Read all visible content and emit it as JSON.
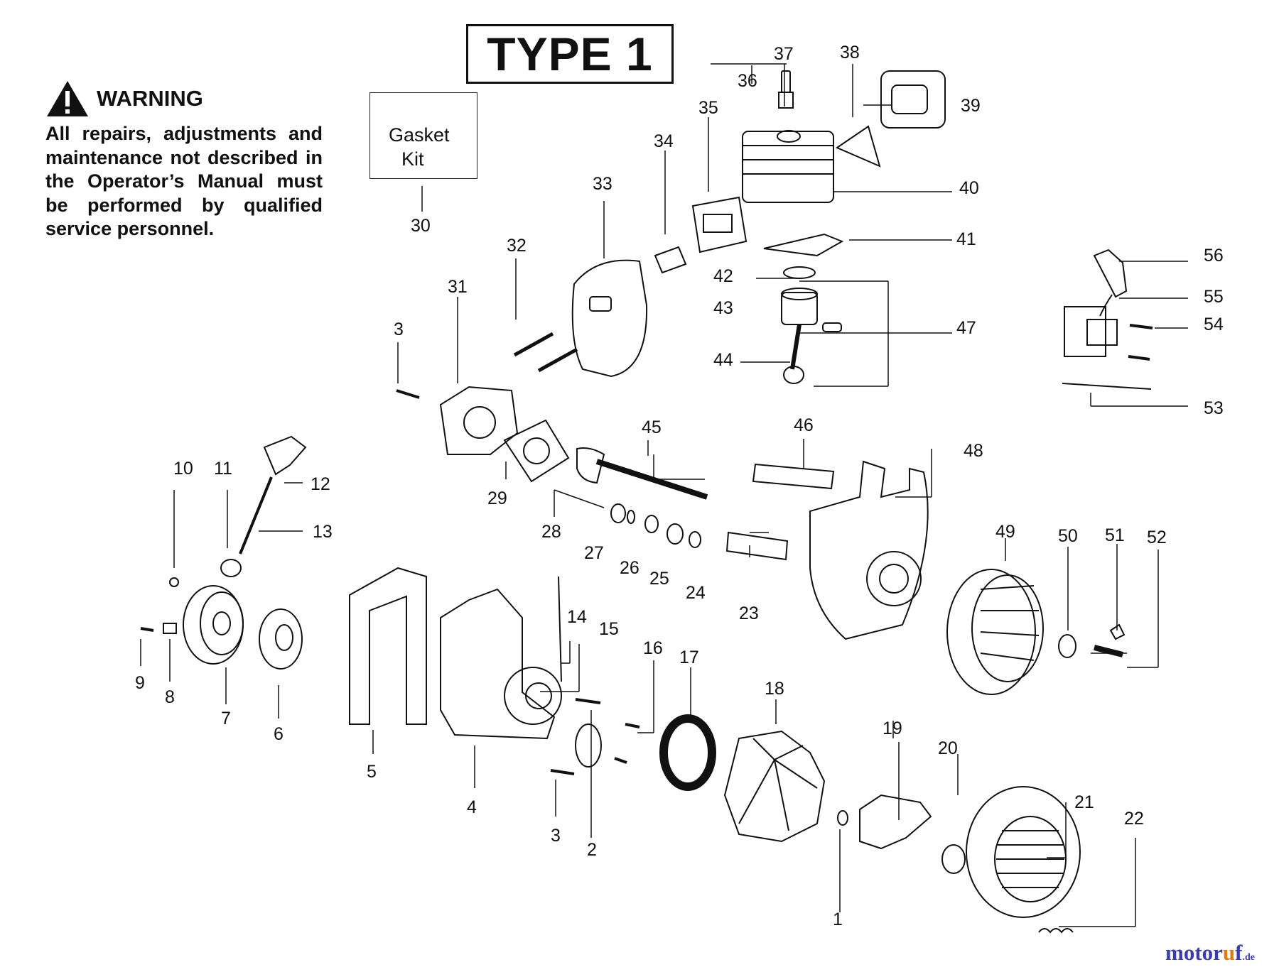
{
  "title": "TYPE 1",
  "warning": {
    "heading": "WARNING",
    "text": "All repairs, adjustments and maintenance not described in the Operator’s Manual must be performed by qualified service personnel."
  },
  "gasket_kit": {
    "line1": "Gasket",
    "line2": "Kit"
  },
  "callouts": [
    "1",
    "2",
    "3",
    "3",
    "4",
    "5",
    "6",
    "7",
    "8",
    "9",
    "10",
    "11",
    "12",
    "13",
    "14",
    "15",
    "16",
    "17",
    "18",
    "19",
    "20",
    "21",
    "22",
    "23",
    "24",
    "25",
    "26",
    "27",
    "28",
    "29",
    "30",
    "31",
    "32",
    "33",
    "34",
    "35",
    "36",
    "37",
    "38",
    "39",
    "40",
    "41",
    "42",
    "43",
    "44",
    "45",
    "46",
    "47",
    "48",
    "49",
    "50",
    "51",
    "52",
    "53",
    "54",
    "55",
    "56"
  ],
  "watermark": {
    "brand_start": "motor",
    "brand_dot": "u",
    "brand_end": "f",
    "tld": ".de"
  }
}
